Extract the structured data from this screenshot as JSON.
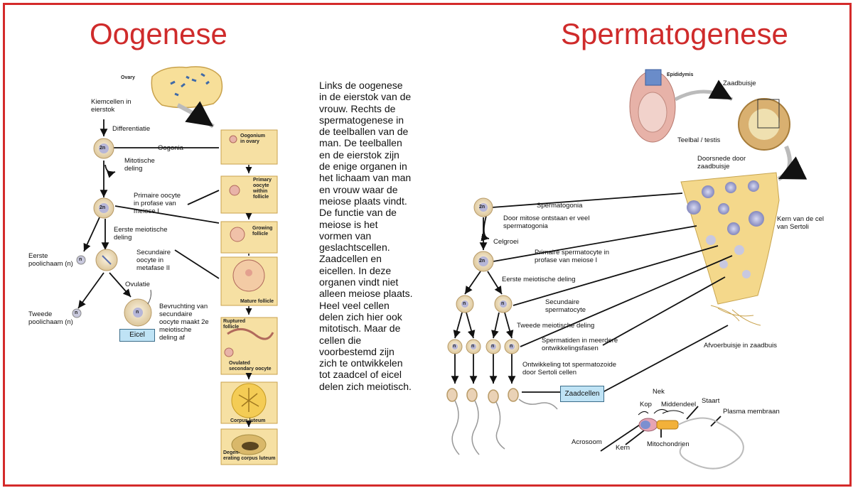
{
  "titles": {
    "left": "Oogenese",
    "right": "Spermatogenese"
  },
  "paragraph": "Links de oogenese in de eierstok van de vrouw. Rechts de spermatogenese in de teelballen van de man. De teelballen en de eierstok zijn de enige organen in het lichaam van man en vrouw waar de meiose plaats vindt. De functie van de meiose is het vormen van geslachtscellen. Zaadcellen en eicellen. In deze organen vindt niet alleen meiose plaats. Heel veel cellen delen zich hier ook mitotisch. Maar de cellen die voorbestemd zijn zich te ontwikkelen tot zaadcel of eicel delen zich meiotisch.",
  "oogenesis": {
    "ovary": "Ovary",
    "kiemcellen": "Kiemcellen in\neierstok",
    "differentiatie": "Differentiatie",
    "oogonia": "Oogonia",
    "mitotische": "Mitotische\ndeling",
    "primaire": "Primaire oocyte\nin profase van\nmeiose I",
    "eerste_meiotische": "Eerste meiotische\ndeling",
    "eerste_pool": "Eerste\npoolichaam (n)",
    "secundaire": "Secundaire\noocyte in\nmetafase II",
    "ovulatie": "Ovulatie",
    "tweede_pool": "Tweede\npoolichaam (n)",
    "bevruchting": "Bevruchting van\nsecundaire\noocyte maakt 2e\nmeiotische\ndeling af",
    "eicel": "Eicel",
    "ploidy_2n": "2n",
    "ploidy_n": "n",
    "panels": [
      "Oogonium\nin ovary",
      "Primary\noocyte\nwithin\nfollicle",
      "Growing\nfollicle",
      "Mature follicle",
      "Ruptured\nfollicle",
      "Ovulated\nsecondary oocyte",
      "Corpus luteum",
      "Degen-\nerating corpus luteum"
    ]
  },
  "spermatogenesis": {
    "epididymis": "Epididymis",
    "zaadbuisje": "Zaadbuisje",
    "teelbal": "Teelbal / testis",
    "doorsnede": "Doorsnede door\nzaadbuisje",
    "spermatogonia": "Spermatogonia",
    "door_mitose": "Door mitose ontstaan er veel\nspermatogonia",
    "celgroei": "Celgroei",
    "primaire": "Primaire spermatocyte in\nprofase van meiose I",
    "eerste_meiotische": "Eerste meiotische deling",
    "secundaire": "Secundaire\nspermatocyte",
    "tweede_meiotische": "Tweede meiotische deling",
    "spermatiden": "Spermatiden in meerdere\nontwikkelingsfasen",
    "ontwikkeling": "Ontwikkeling tot spermatozoide\ndoor Sertoli cellen",
    "zaadcellen": "Zaadcellen",
    "kern_sertoli": "Kern van de cel\nvan Sertoli",
    "afvoerbuisje": "Afvoerbuisje in zaadbuis",
    "nek": "Nek",
    "kop": "Kop",
    "middendeel": "Middendeel",
    "staart": "Staart",
    "plasma": "Plasma membraan",
    "acrosoom": "Acrosoom",
    "kern": "Kern",
    "mitochondrien": "Mitochondrien",
    "ploidy_2n": "2n",
    "ploidy_n": "n"
  },
  "colors": {
    "title_red": "#cf2b2b",
    "frame_red": "#d42a2a",
    "label_box": "#bfe3f5",
    "tissue": "#f6dc8a",
    "cell": "#f3e6c8"
  }
}
